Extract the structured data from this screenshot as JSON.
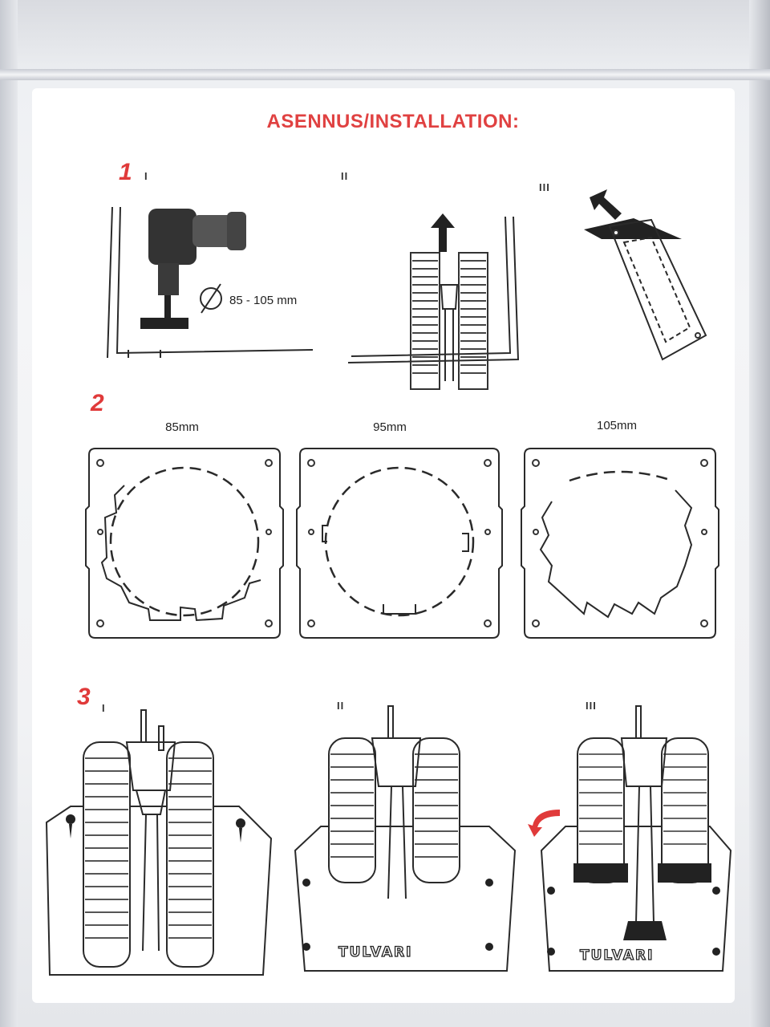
{
  "header": {
    "title": "ASENNUS/INSTALLATION:"
  },
  "steps": [
    {
      "number": "1",
      "substeps": [
        "I",
        "II",
        "III"
      ],
      "drill_size": "85 - 105 mm"
    },
    {
      "number": "2",
      "sizes": [
        "85mm",
        "95mm",
        "105mm"
      ]
    },
    {
      "number": "3",
      "substeps": [
        "I",
        "II",
        "III"
      ],
      "brand": "TULVARI"
    }
  ],
  "colors": {
    "accent": "#e04141",
    "line": "#2a2a2a"
  },
  "icons": [
    "drill-icon",
    "arrow-up-icon",
    "rotate-arrow-icon",
    "diameter-icon",
    "screw-icon"
  ]
}
